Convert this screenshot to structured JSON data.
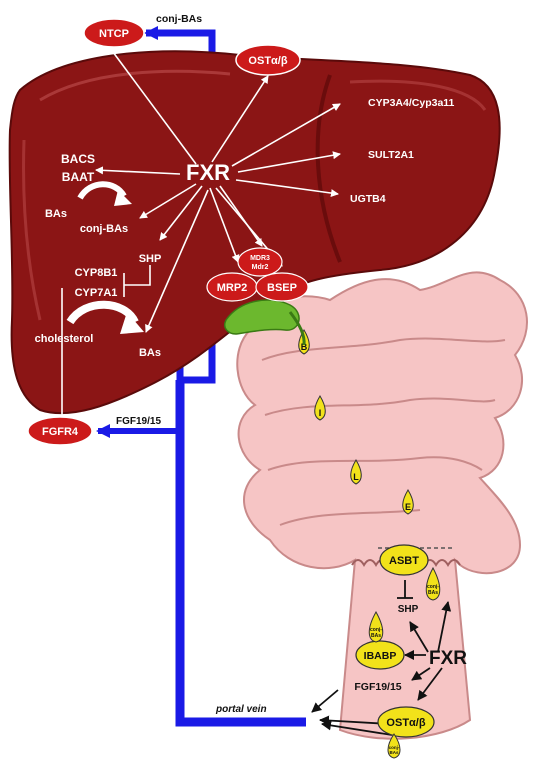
{
  "liver": {
    "fxr": "FXR",
    "targets": {
      "ntcp": "NTCP",
      "ost_liver": "OSTα/β",
      "cyp3a4": "CYP3A4/Cyp3a11",
      "sult2a1": "SULT2A1",
      "ugtb4": "UGTB4",
      "bacs": "BACS",
      "baat": "BAAT",
      "shp": "SHP",
      "cyp8b1": "CYP8B1",
      "cyp7a1": "CYP7A1",
      "mdr3": "MDR3",
      "mdr2": "Mdr2",
      "mrp2": "MRP2",
      "bsep": "BSEP",
      "fgfr4": "FGFR4"
    },
    "bas": "BAs",
    "conj_bas": "conj-BAs",
    "cholesterol": "cholesterol",
    "bas_bottom": "BAs"
  },
  "flows": {
    "conj_bas_top": "conj-BAs",
    "fgf_liver": "FGF19/15",
    "portal_vein": "portal vein"
  },
  "intestine": {
    "segments": [
      "B",
      "I",
      "L",
      "E"
    ],
    "asbt": "ASBT",
    "shp": "SHP",
    "fxr": "FXR",
    "ibabp": "IBABP",
    "fgf": "FGF19/15",
    "ost": "OSTα/β",
    "conj_label_1": "conj-",
    "conj_label_2": "BAs"
  },
  "colors": {
    "liver": "#8b1515",
    "liver_dark": "#6a0c0c",
    "target_red": "#cc1a1a",
    "portal_blue": "#1a1ae6",
    "intestine": "#f6c5c5",
    "intestine_outline": "#c98a8a",
    "bile_yellow": "#f2e21a",
    "gallbladder": "#6cb82e"
  }
}
